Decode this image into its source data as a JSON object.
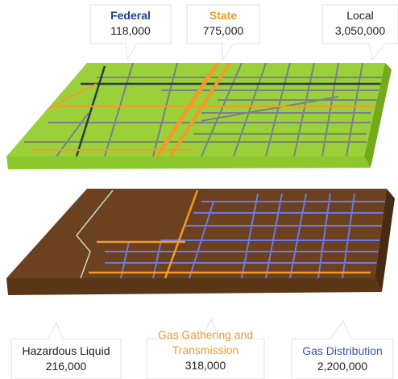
{
  "colors": {
    "federal": "#1f3f8f",
    "state": "#f39a2a",
    "local": "#222222",
    "hazardous": "#222222",
    "gathering": "#f39a2a",
    "distribution": "#3a55b5",
    "top_face": "#9bd03a",
    "top_side": "#74a91c",
    "top_front": "#8cc72c",
    "bottom_face": "#6b4120",
    "bottom_side": "#4a2a10",
    "bottom_front": "#5a3516",
    "road": "#7a7f88",
    "pipe_blue": "#6f79e0",
    "pipe_orange": "#f39a2a",
    "pipe_light": "#cfd6c8"
  },
  "road_layer": {
    "federal": {
      "label": "Federal",
      "value": "118,000"
    },
    "state": {
      "label": "State",
      "value": "775,000"
    },
    "local": {
      "label": "Local",
      "value": "3,050,000"
    }
  },
  "pipeline_layer": {
    "hazardous": {
      "label": "Hazardous Liquid",
      "value": "216,000"
    },
    "gathering": {
      "label_line1": "Gas Gathering and",
      "label_line2": "Transmission",
      "value": "318,000"
    },
    "distribution": {
      "label": "Gas Distribution",
      "value": "2,200,000"
    }
  }
}
